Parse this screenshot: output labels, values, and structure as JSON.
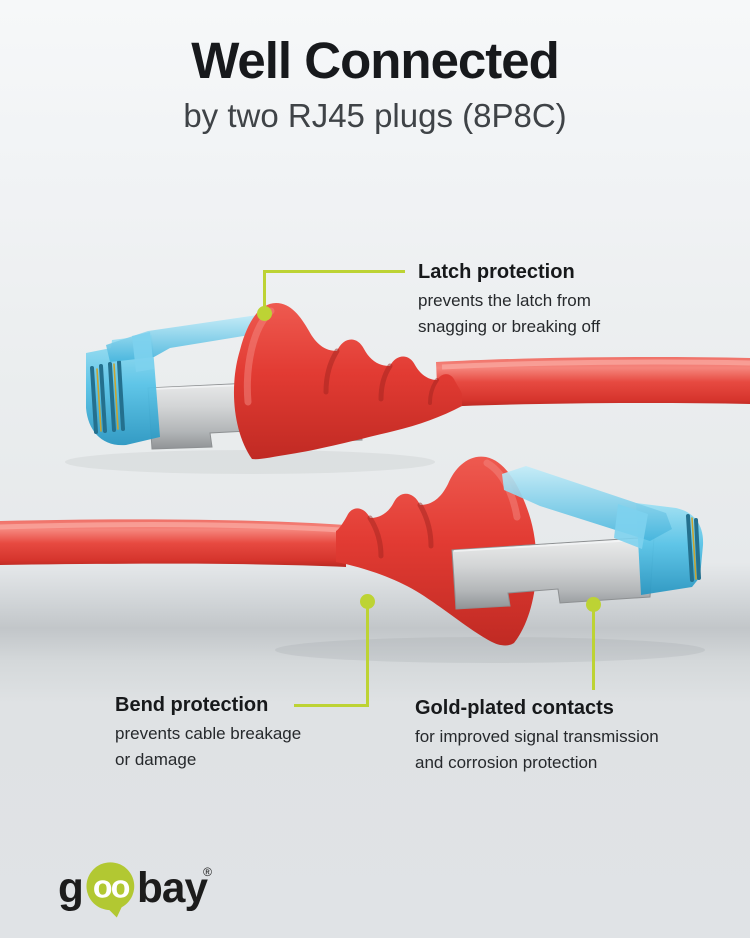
{
  "header": {
    "title": "Well Connected",
    "subtitle": "by two RJ45 plugs (8P8C)"
  },
  "callouts": [
    {
      "title": "Latch protection",
      "desc_lines": [
        "prevents the latch from",
        "snagging or breaking off"
      ]
    },
    {
      "title": "Bend protection",
      "desc_lines": [
        "prevents cable breakage",
        "or damage"
      ]
    },
    {
      "title": "Gold-plated contacts",
      "desc_lines": [
        "for improved signal transmission",
        "and corrosion protection"
      ]
    }
  ],
  "logo": {
    "g": "g",
    "oo": "oo",
    "bay": "bay",
    "reg": "®"
  },
  "colors": {
    "accent_green": "#bdd334",
    "logo_green": "#b2c832",
    "cable_red": "#e2423a",
    "plug_blue": "#55c0e4",
    "shield_silver": "#c7c9cb",
    "heading_text": "#17191c",
    "body_text": "#26292c",
    "background_top": "#f5f7f8",
    "background_bottom": "#e0e3e6"
  }
}
